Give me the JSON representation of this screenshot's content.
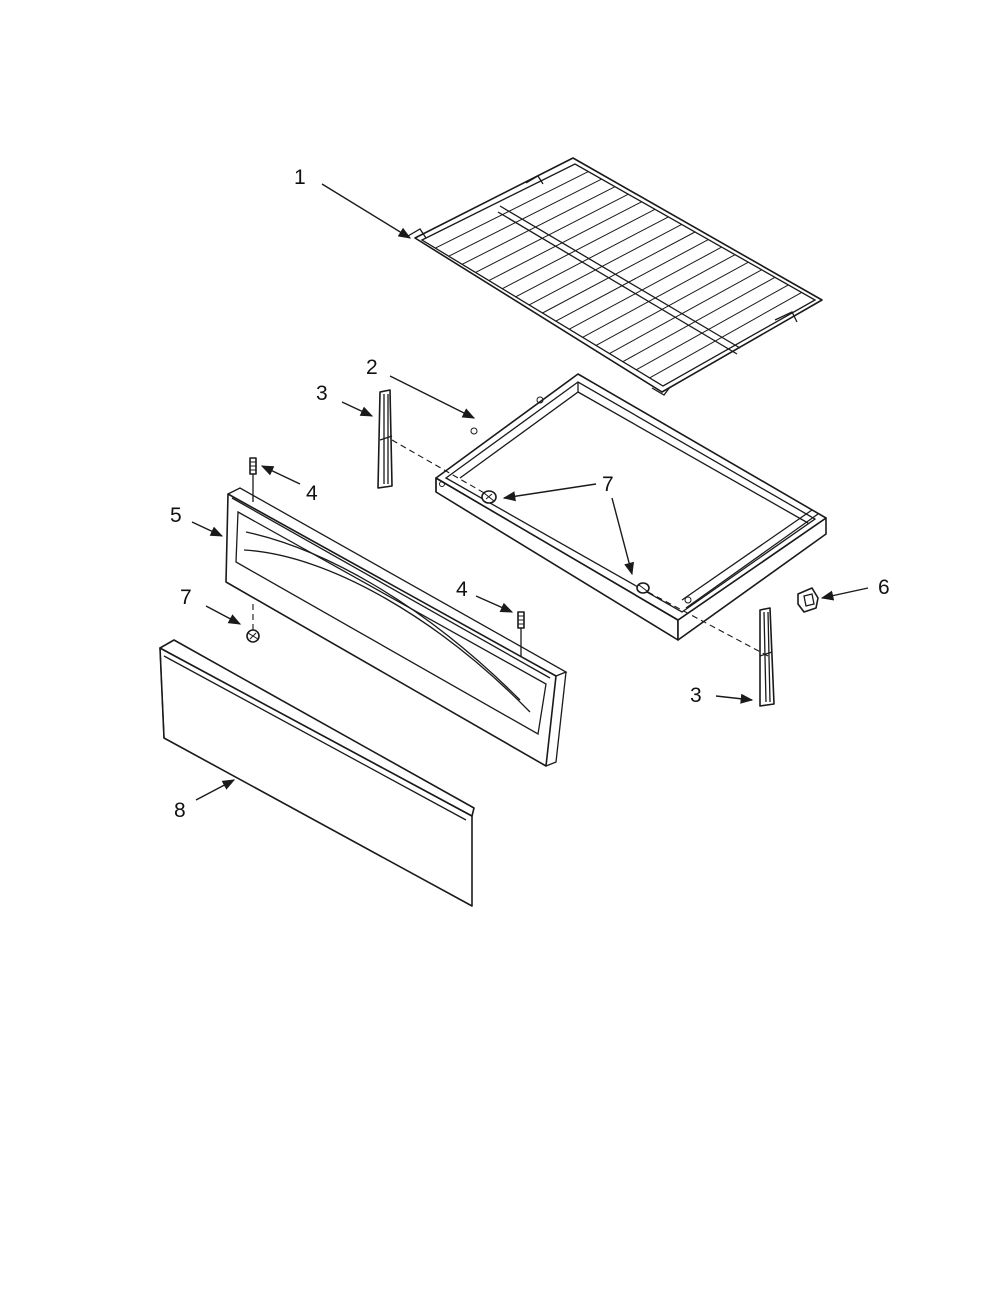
{
  "callouts": {
    "c1": "1",
    "c2": "2",
    "c3a": "3",
    "c3b": "3",
    "c4a": "4",
    "c4b": "4",
    "c5": "5",
    "c6": "6",
    "c7a": "7",
    "c7b": "7",
    "c8": "8"
  },
  "colors": {
    "line": "#1a1a1a",
    "background": "#ffffff"
  }
}
